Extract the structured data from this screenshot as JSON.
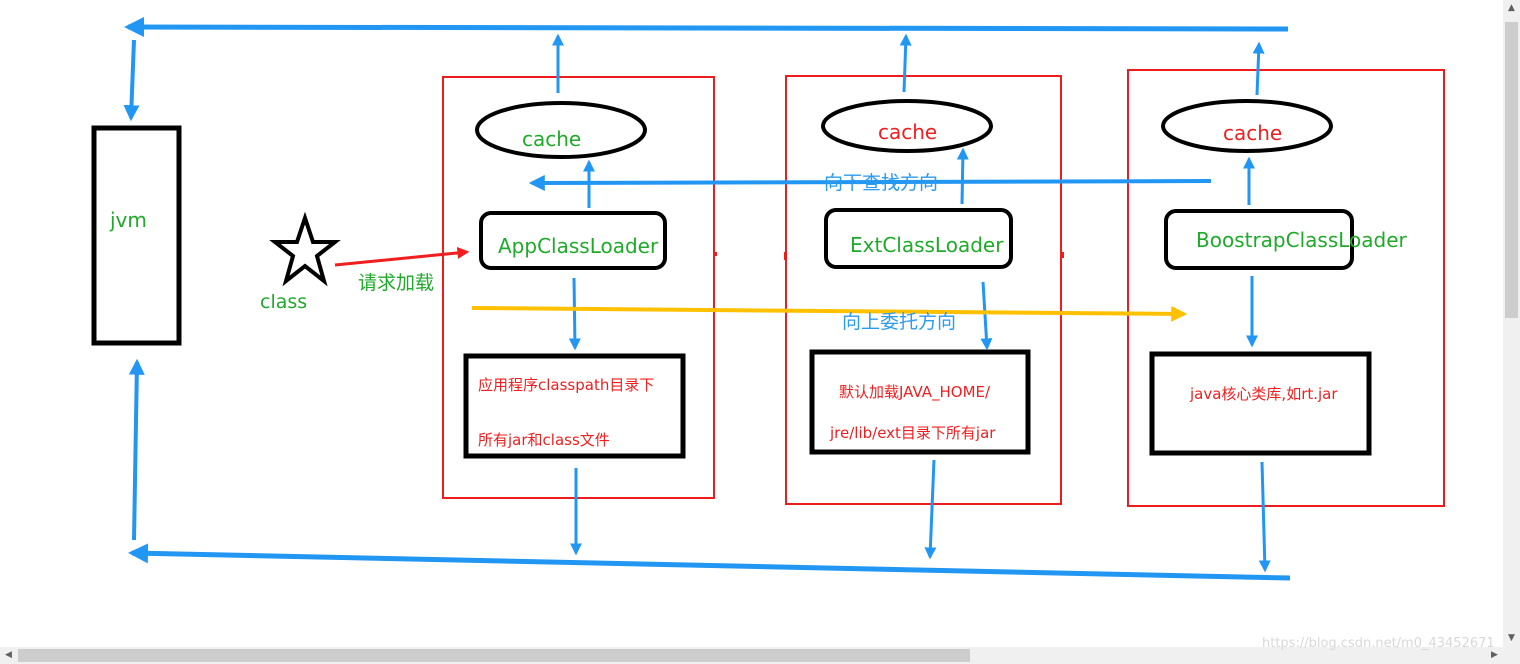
{
  "jvm_box": {
    "label": "jvm"
  },
  "class_node": {
    "label": "class",
    "request_label": "请求加载"
  },
  "loaders": [
    {
      "cache_label": "cache",
      "loader_name": "AppClassLoader",
      "source_lines": [
        "应用程序classpath目录下",
        "所有jar和class文件"
      ]
    },
    {
      "cache_label": "cache",
      "loader_name": "ExtClassLoader",
      "source_lines": [
        "默认加载JAVA_HOME/",
        "jre/lib/ext目录下所有jar"
      ]
    },
    {
      "cache_label": "cache",
      "loader_name": "BoostrapClassLoader",
      "source_lines": [
        "java核心类库,如rt.jar"
      ]
    }
  ],
  "direction_labels": {
    "lookup_down": "向下查找方向",
    "delegate_up": "向上委托方向"
  },
  "watermark": "https://blog.csdn.net/m0_43452671",
  "colors": {
    "arrow_blue": "#2196f3",
    "delegate_yellow": "#ffc000",
    "request_red": "#f01e1e",
    "frame_red": "#ee1c1c",
    "label_green": "#1faa2a"
  }
}
